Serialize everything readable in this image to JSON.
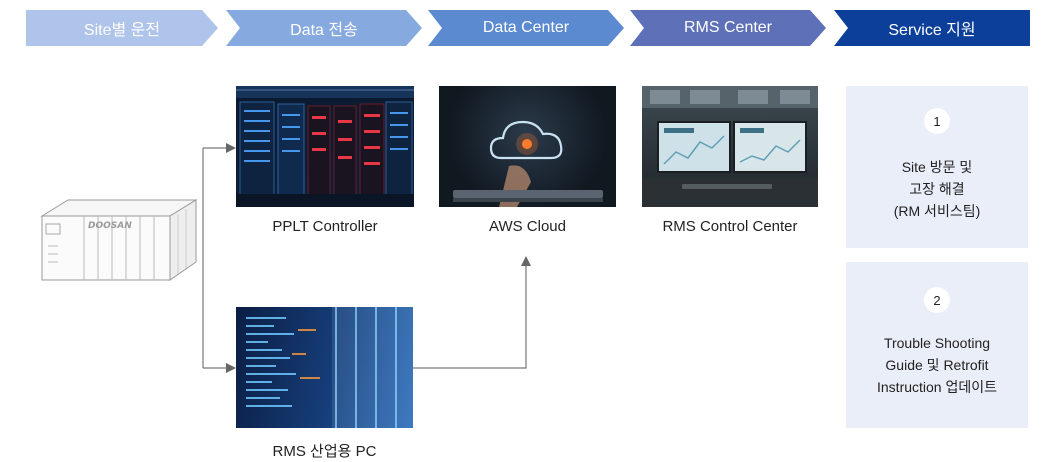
{
  "process_steps": [
    {
      "label": "Site별 운전",
      "color": "#aec4ea"
    },
    {
      "label": "Data 전송",
      "color": "#86a9e0"
    },
    {
      "label": "Data Center",
      "color": "#5b8ad0"
    },
    {
      "label": "RMS Center",
      "color": "#5d70b8"
    },
    {
      "label": "Service 지원",
      "color": "#0b3f9a"
    }
  ],
  "unit": {
    "brand": "DOOSAN"
  },
  "nodes": {
    "pplt": {
      "caption": "PPLT Controller"
    },
    "aws": {
      "caption": "AWS Cloud"
    },
    "rms_center": {
      "caption": "RMS Control Center"
    },
    "rms_pc": {
      "caption": "RMS 산업용 PC"
    }
  },
  "services": [
    {
      "number": "1",
      "lines": [
        "Site 방문 및",
        "고장 해결",
        "(RM 서비스팀)"
      ]
    },
    {
      "number": "2",
      "lines": [
        "Trouble Shooting",
        "Guide 및 Retrofit",
        "Instruction 업데이트"
      ]
    }
  ]
}
